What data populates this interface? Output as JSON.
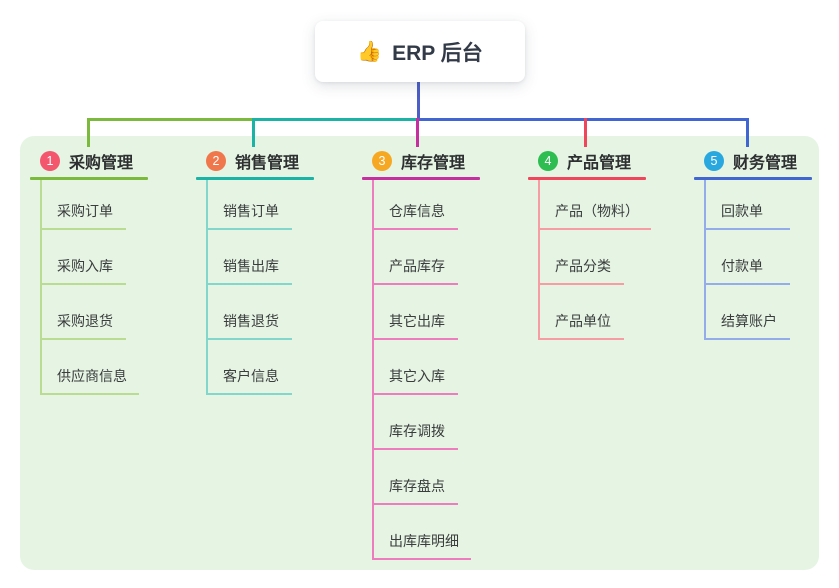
{
  "root": {
    "icon": "👍",
    "title": "ERP 后台"
  },
  "panel": {
    "bg": "#e6f5e3"
  },
  "connectors": {
    "stem_color": "#4c5ec7"
  },
  "branches": [
    {
      "badge": "1",
      "label": "采购管理",
      "badge_color": "#f4566e",
      "line_color": "#7cba3d",
      "child_line_color": "#b9dc92",
      "children": [
        "采购订单",
        "采购入库",
        "采购退货",
        "供应商信息"
      ]
    },
    {
      "badge": "2",
      "label": "销售管理",
      "badge_color": "#f0774b",
      "line_color": "#1ab3a6",
      "child_line_color": "#83d6cb",
      "children": [
        "销售订单",
        "销售出库",
        "销售退货",
        "客户信息"
      ]
    },
    {
      "badge": "3",
      "label": "库存管理",
      "badge_color": "#f7a823",
      "line_color": "#c5309e",
      "child_line_color": "#ee7dc0",
      "children": [
        "仓库信息",
        "产品库存",
        "其它出库",
        "其它入库",
        "库存调拨",
        "库存盘点",
        "出库库明细"
      ]
    },
    {
      "badge": "4",
      "label": "产品管理",
      "badge_color": "#2dbd50",
      "line_color": "#f0455a",
      "child_line_color": "#f89ca4",
      "children": [
        "产品（物料）",
        "产品分类",
        "产品单位"
      ]
    },
    {
      "badge": "5",
      "label": "财务管理",
      "badge_color": "#29a8e0",
      "line_color": "#4166d2",
      "child_line_color": "#94ace9",
      "children": [
        "回款单",
        "付款单",
        "结算账户"
      ]
    }
  ]
}
